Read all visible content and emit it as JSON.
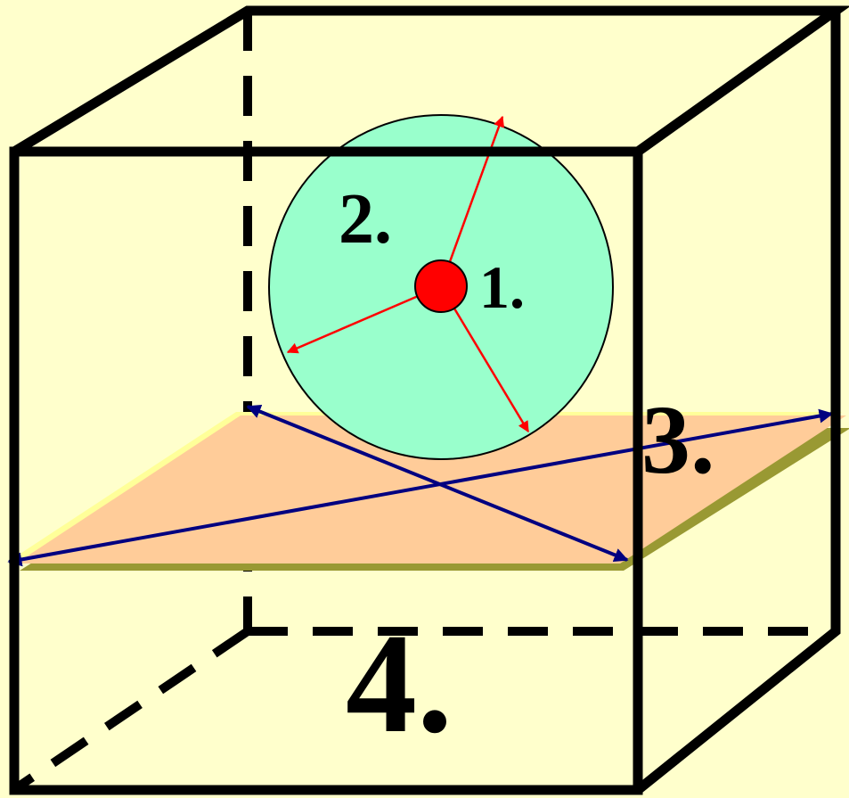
{
  "labels": {
    "point": "1.",
    "sphere": "2.",
    "plane": "3.",
    "cube": "4."
  },
  "colors": {
    "background": "#ffffcc",
    "cube_edges": "#000000",
    "sphere_fill": "#99ffcc",
    "point_fill": "#ff0000",
    "plane_fill": "#ffcc99",
    "plane_highlight": "#ffff99",
    "plane_shadow": "#999933",
    "radius_arrows": "#ff0000",
    "plane_arrows": "#000080"
  }
}
